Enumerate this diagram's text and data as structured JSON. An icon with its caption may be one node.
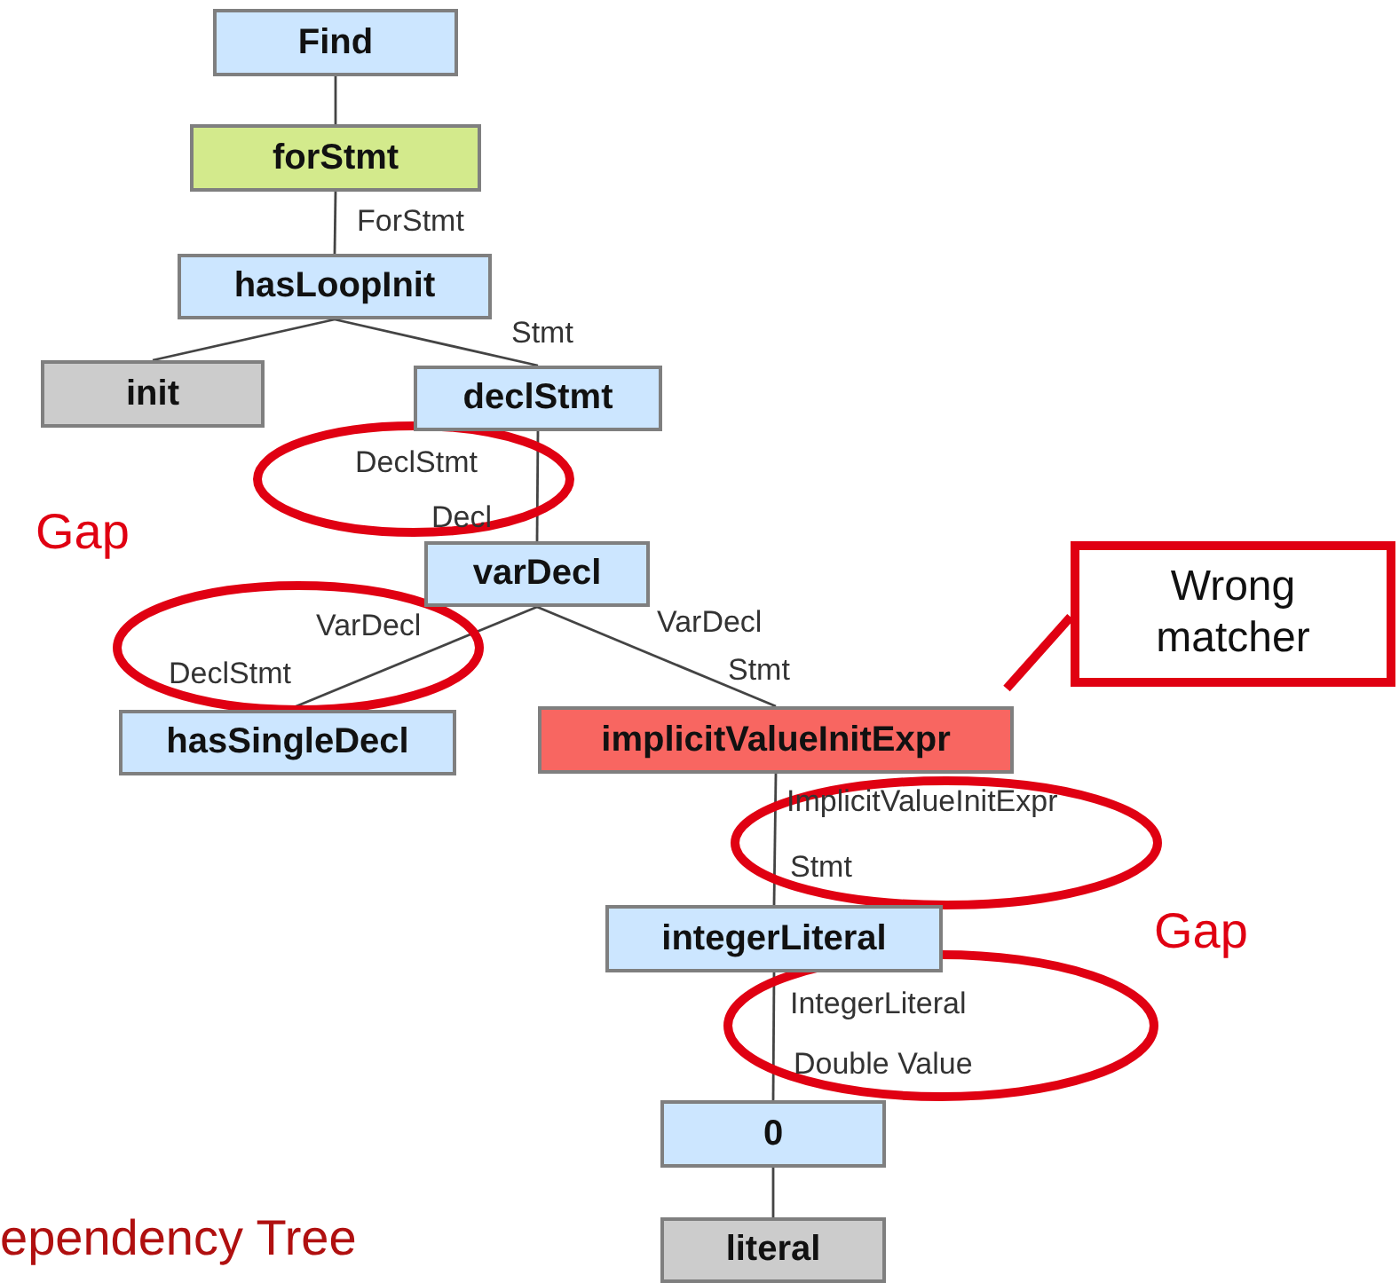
{
  "diagram": {
    "nodes": [
      {
        "text": [
          "Find"
        ]
      },
      {
        "text": [
          "forStmt"
        ]
      },
      {
        "text": [
          "hasLoopInit"
        ]
      },
      {
        "text": [
          "init"
        ]
      },
      {
        "text": [
          "declStmt"
        ]
      },
      {
        "text": [
          "varDecl"
        ]
      },
      {
        "text": [
          "hasSingleDecl"
        ]
      },
      {
        "text": [
          "implicitValueInitExpr"
        ]
      },
      {
        "text": [
          "Wrong matcher"
        ]
      },
      {
        "text": [
          "integerLiteral"
        ]
      },
      {
        "text": [
          "0"
        ]
      },
      {
        "text": [
          "literal"
        ]
      }
    ],
    "edges": [
      {
        "from": 0,
        "to": 1,
        "arrow": "none"
      },
      {
        "from": 1,
        "to": 2,
        "arrow": "none"
      },
      {
        "from": 2,
        "to": 3,
        "arrow": "none"
      },
      {
        "from": 2,
        "to": 4,
        "arrow": "none"
      },
      {
        "from": 4,
        "to": 5,
        "arrow": "none"
      },
      {
        "from": 5,
        "to": 6,
        "arrow": "none"
      },
      {
        "from": 5,
        "to": 7,
        "arrow": "none"
      },
      {
        "from": 8,
        "to": 7,
        "arrow": "none",
        "style": "thick",
        "color": "#e00012"
      },
      {
        "from": 7,
        "to": 9,
        "arrow": "none"
      },
      {
        "from": 9,
        "to": 10,
        "arrow": "none"
      },
      {
        "from": 10,
        "to": 11,
        "arrow": "none"
      }
    ],
    "labels": [
      "ForStmt",
      "Stmt",
      "DeclStmt",
      "Decl",
      "Gap",
      "VarDecl",
      "DeclStmt",
      "VarDecl",
      "Stmt",
      "ImplicitValueInitExpr",
      "Stmt",
      "Gap",
      "IntegerLiteral",
      "Double Value",
      "ependency Tree"
    ]
  }
}
